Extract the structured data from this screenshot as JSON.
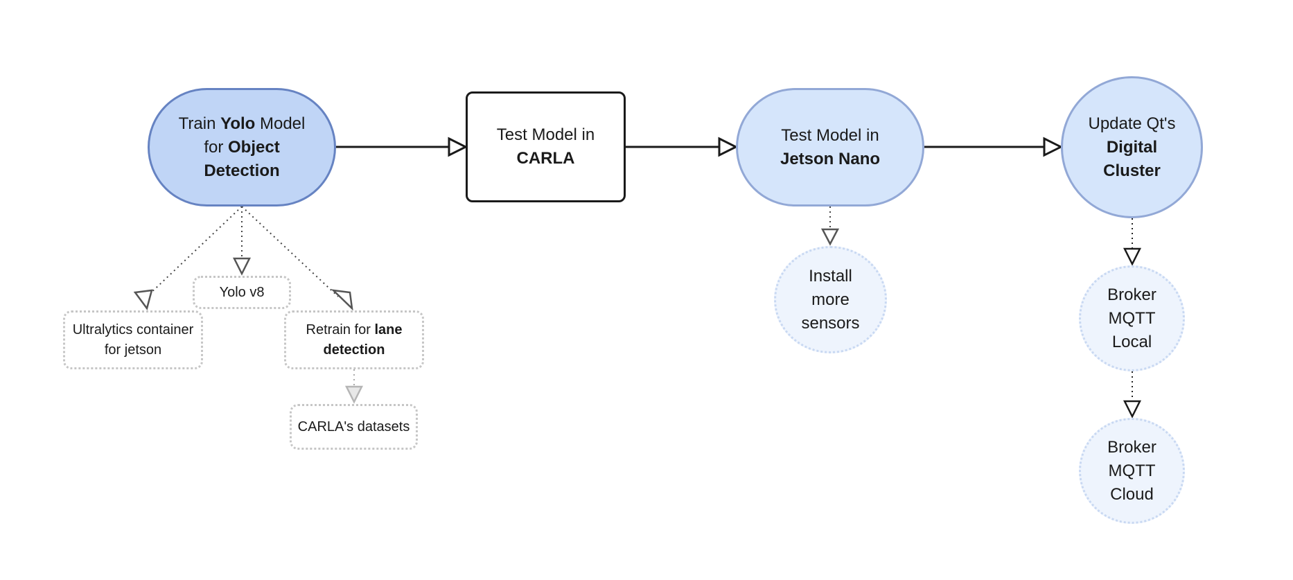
{
  "colors": {
    "main_fill": "#c0d5f6",
    "main_border": "#6683c2",
    "light_fill": "#d5e5fb",
    "light_border": "#92a8d6",
    "sub_fill": "#eef4fd",
    "sub_border": "#c8d8f2",
    "dotted_border": "#c6c6c6",
    "arrow": "#1a1a1a",
    "arrow_gray": "#555555",
    "arrow_light": "#b5b5b5"
  },
  "nodes": {
    "train": {
      "pre1": "Train ",
      "bold1": "Yolo",
      "post1": " Model",
      "pre2": "for ",
      "bold2": "Object",
      "bold3": "Detection"
    },
    "carla": {
      "line1": "Test Model in",
      "bold": "CARLA"
    },
    "jetson": {
      "line1": "Test Model in",
      "bold": "Jetson Nano"
    },
    "qt": {
      "line1": "Update Qt's",
      "bold1": "Digital",
      "bold2": "Cluster"
    },
    "ultralytics": {
      "line1": "Ultralytics container",
      "line2": "for jetson"
    },
    "yolo": {
      "label": "Yolo v8"
    },
    "retrain": {
      "pre": "Retrain for ",
      "bold1": "lane",
      "bold2": "detection"
    },
    "datasets": {
      "label": "CARLA's datasets"
    },
    "sensors": {
      "line1": "Install",
      "line2": "more",
      "line3": "sensors"
    },
    "mqtt_local": {
      "line1": "Broker",
      "line2": "MQTT",
      "line3": "Local"
    },
    "mqtt_cloud": {
      "line1": "Broker",
      "line2": "MQTT",
      "line3": "Cloud"
    }
  }
}
